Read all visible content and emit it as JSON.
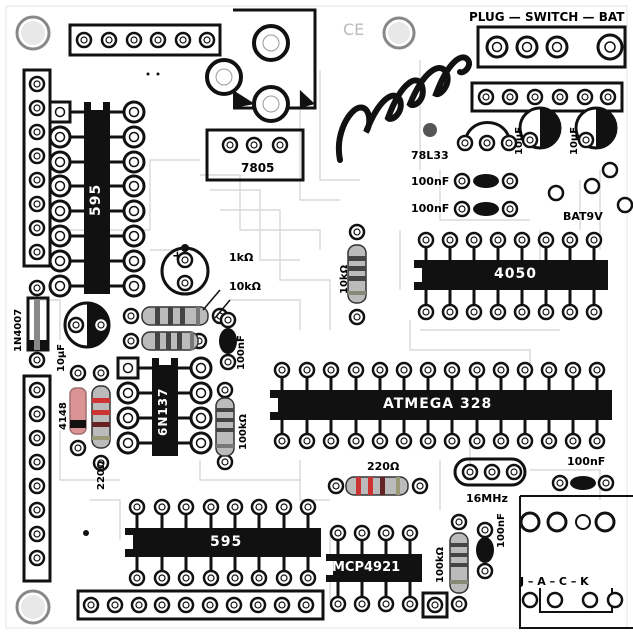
{
  "board": {
    "header_label": "PLUG — SWITCH — BAT",
    "ce_mark": "CE",
    "labels": {
      "reg_7805": "7805",
      "reg_78l33": "78L33",
      "cap_100nf_a": "100nF",
      "cap_100nf_b": "100nF",
      "cap_100nf_c": "100nF",
      "cap_100nf_d": "100nF",
      "cap_100nf_e": "100nF",
      "cap_10uf_a": "10µF",
      "cap_10uf_b": "10µF",
      "cap_10uf_c": "10µF",
      "bat9v": "BAT9V",
      "res_1k": "1kΩ",
      "res_10k_a": "10kΩ",
      "res_10k_b": "10kΩ",
      "res_100k_a": "100kΩ",
      "res_100k_b": "100kΩ",
      "res_220_a": "220Ω",
      "res_220_b": "220Ω",
      "diode_1n4007": "1N4007",
      "diode_4148": "4148",
      "crystal": "16MHz",
      "jack_pins": "J – A – C – K"
    },
    "chips": {
      "sr1": "595",
      "sr2": "595",
      "opto": "6N137",
      "mux": "4050",
      "mcu": "ATMEGA 328",
      "dac": "MCP4921"
    }
  }
}
